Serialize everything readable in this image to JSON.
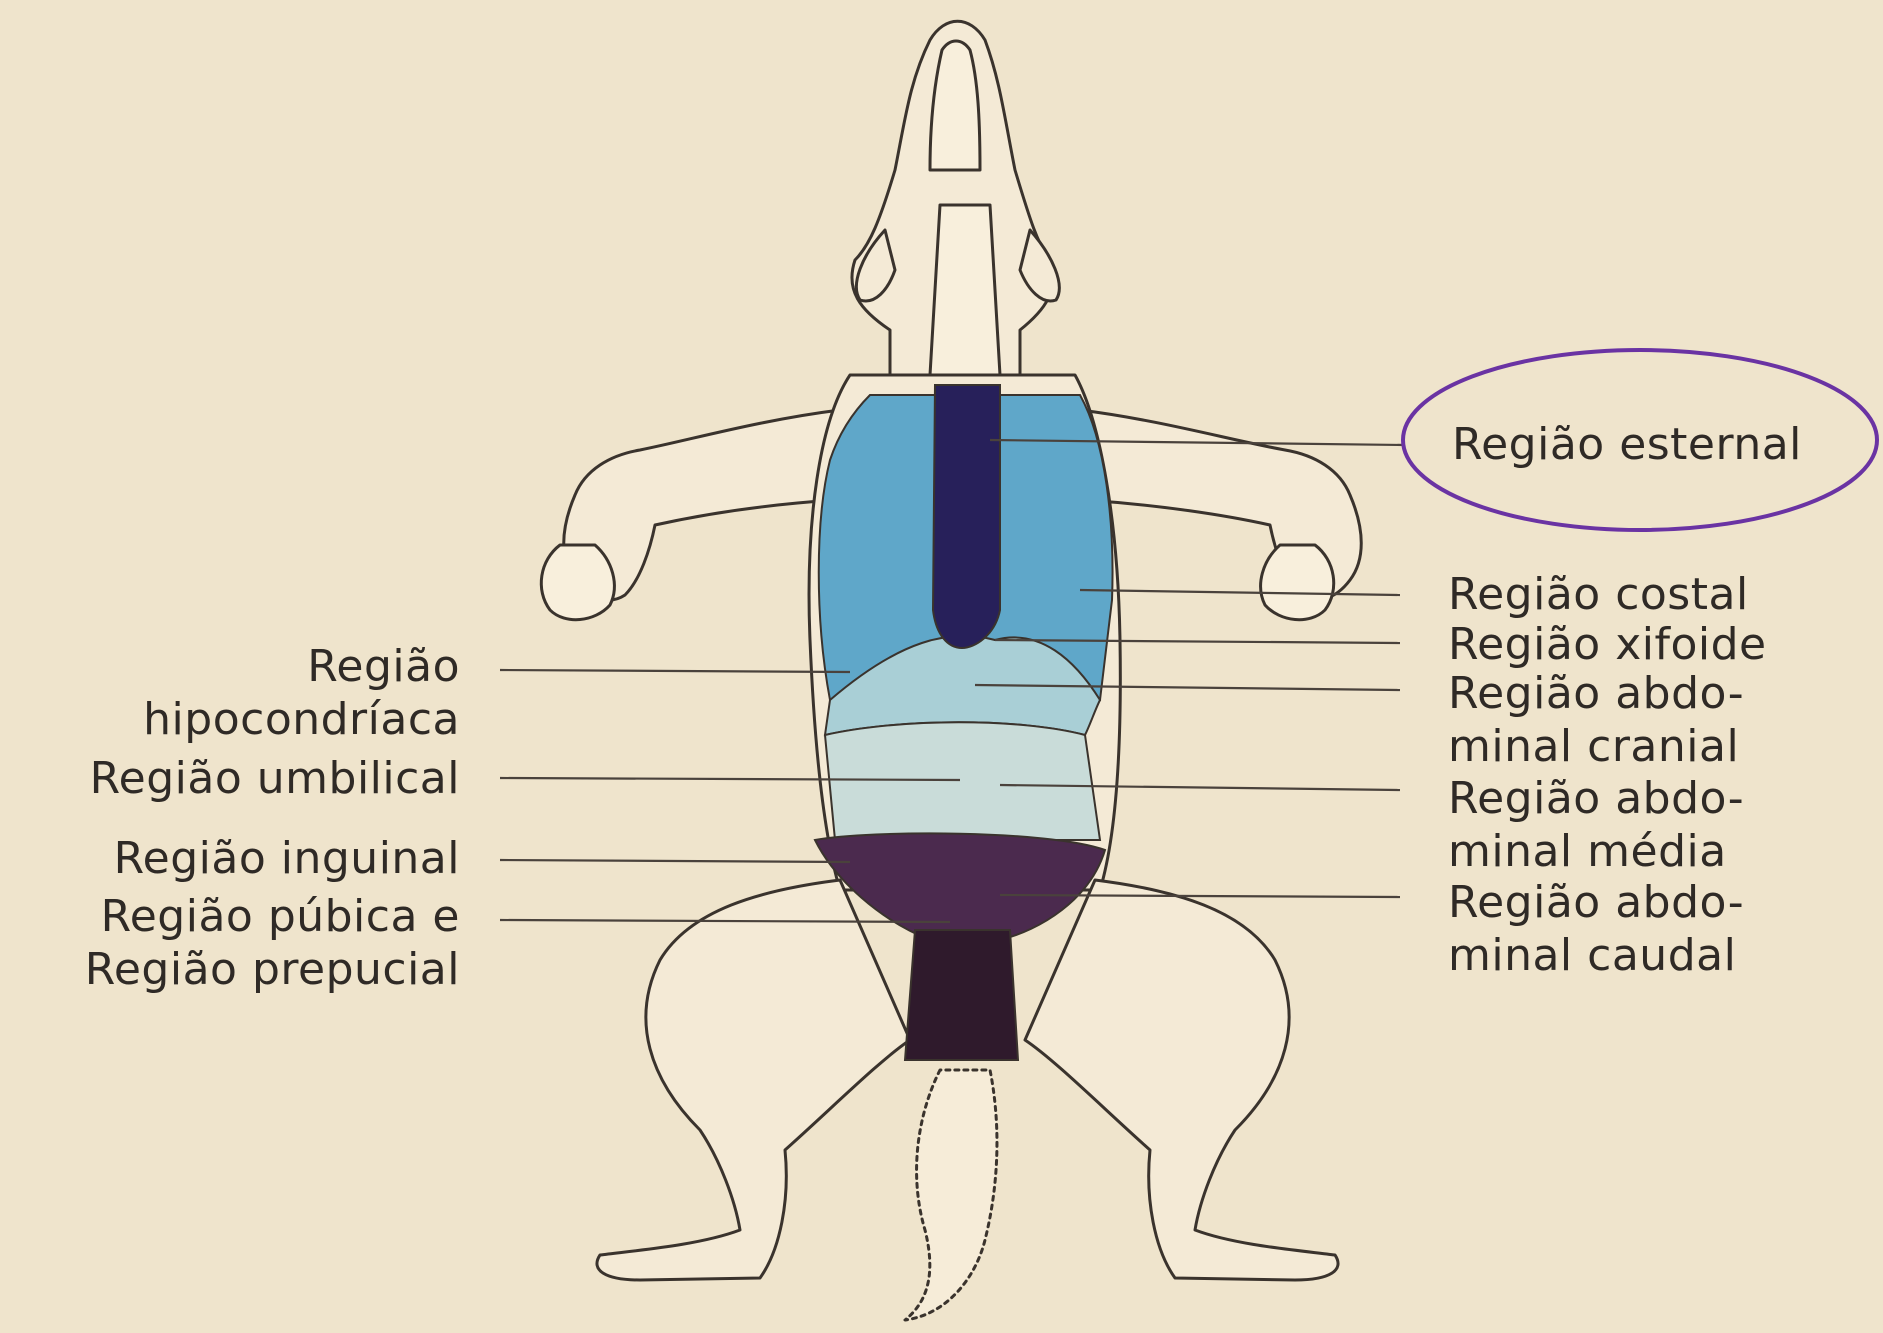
{
  "labels_left": [
    {
      "id": "hipocondriaca",
      "text": "Região hipocondríaca"
    },
    {
      "id": "umbilical",
      "text": "Região umbilical"
    },
    {
      "id": "inguinal",
      "text": "Região inguinal"
    },
    {
      "id": "pubica_prepucial",
      "text": "Região púbica e Região prepucial"
    }
  ],
  "labels_right": [
    {
      "id": "esternal",
      "text": "Região esternal"
    },
    {
      "id": "costal",
      "text": "Região costal"
    },
    {
      "id": "xifoide",
      "text": "Região xifoide"
    },
    {
      "id": "abd_cranial",
      "text": "Região abdo- minal cranial"
    },
    {
      "id": "abd_media",
      "text": "Região abdo- minal média"
    },
    {
      "id": "abd_caudal",
      "text": "Região abdo- minal caudal"
    }
  ],
  "text_lines": {
    "hipocondriaca_1": "Região",
    "hipocondriaca_2": "hipocondríaca",
    "umbilical": "Região umbilical",
    "inguinal": "Região inguinal",
    "pubica": "Região púbica e",
    "prepucial": "Região prepucial",
    "esternal": "Região esternal",
    "costal": "Região costal",
    "xifoide": "Região xifoide",
    "abd_cranial_1": "Região abdo-",
    "abd_cranial_2": "minal cranial",
    "abd_media_1": "Região abdo-",
    "abd_media_2": "minal média",
    "abd_caudal_1": "Região abdo-",
    "abd_caudal_2": "minal caudal"
  },
  "colors": {
    "background": "#efe4cc",
    "outline": "#3a332d",
    "sternal": "#27205a",
    "costal": "#5fa7c9",
    "abdominal_cranial": "#a9cfd6",
    "abdominal_media": "#c9dcd9",
    "pubic": "#4b2a4e",
    "prepucial": "#2f1a2c",
    "highlight_ellipse": "#6a33a3"
  }
}
